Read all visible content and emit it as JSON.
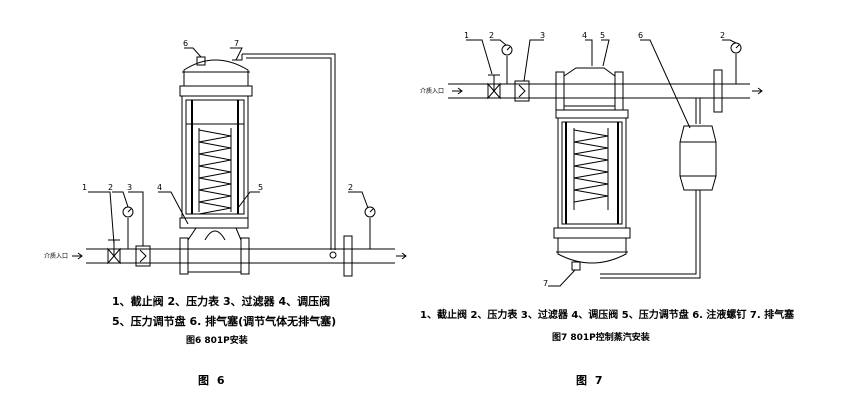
{
  "figure6": {
    "callouts": [
      "1",
      "2",
      "3",
      "4",
      "5",
      "6",
      "7",
      "2"
    ],
    "inlet": "介质入口",
    "legend_line1": "1、截止阀 2、压力表 3、过滤器 4、调压阀",
    "legend_line2": "5、压力调节盘  6. 排气塞(调节气体无排气塞)",
    "subcaption": "图6 801P安装",
    "caption": "图 6"
  },
  "figure7": {
    "callouts": [
      "1",
      "2",
      "3",
      "4",
      "5",
      "6",
      "2",
      "7"
    ],
    "inlet": "介质入口",
    "legend": "1、截止阀 2、压力表 3、过滤器 4、调压阀 5、压力调节盘 6. 注液螺钉 7. 排气塞",
    "subcaption": "图7 801P控制蒸汽安装",
    "caption": "图 7"
  }
}
